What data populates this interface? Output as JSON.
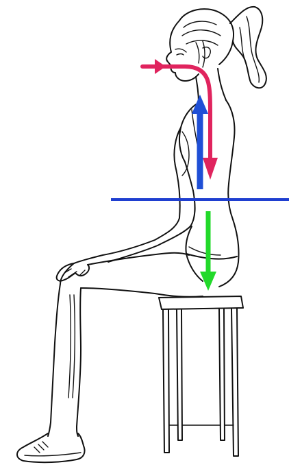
{
  "figure": {
    "subject": "seated-person-on-stool",
    "ink_color": "#111111",
    "background_color": "#ffffff"
  },
  "arrows": [
    {
      "id": "inhale-path",
      "color": "#e0245e"
    },
    {
      "id": "upward-force",
      "color": "#1f4fd6"
    },
    {
      "id": "downward-force",
      "color": "#22d92a"
    }
  ],
  "reference_line": {
    "color": "#1f3fd0"
  }
}
